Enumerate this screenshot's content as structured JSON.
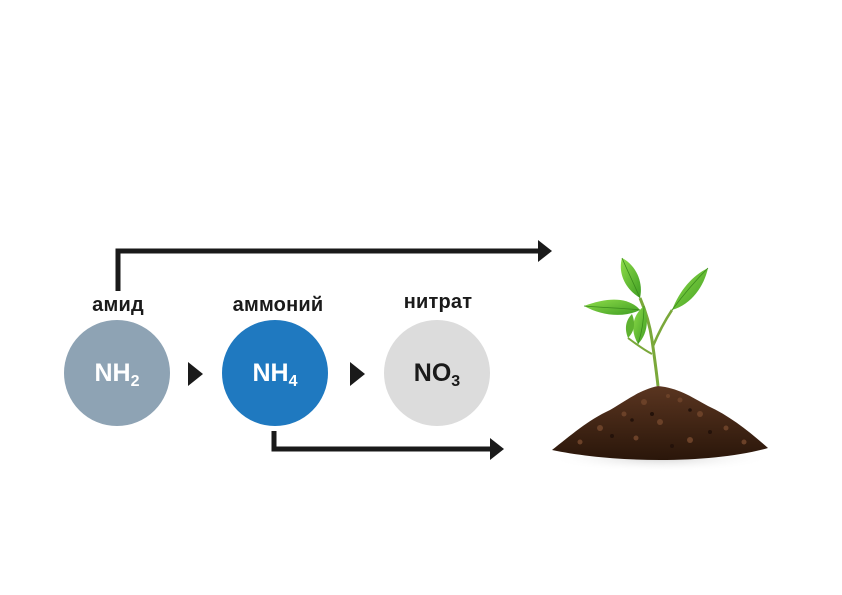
{
  "colors": {
    "amide": "#8ea3b4",
    "ammonium": "#1f79c0",
    "nitrate": "#dcdcdc",
    "arrow": "#1a1a1a",
    "leaf": "#6cc43a",
    "soil": "#4a2a16"
  },
  "forms": [
    {
      "name": "амид",
      "base": "NH",
      "sub": "2"
    },
    {
      "name": "аммоний",
      "base": "NH",
      "sub": "4"
    },
    {
      "name": "нитрат",
      "base": "NO",
      "sub": "3"
    }
  ],
  "image": {
    "icon": "sprouting-plant-in-soil-icon"
  }
}
